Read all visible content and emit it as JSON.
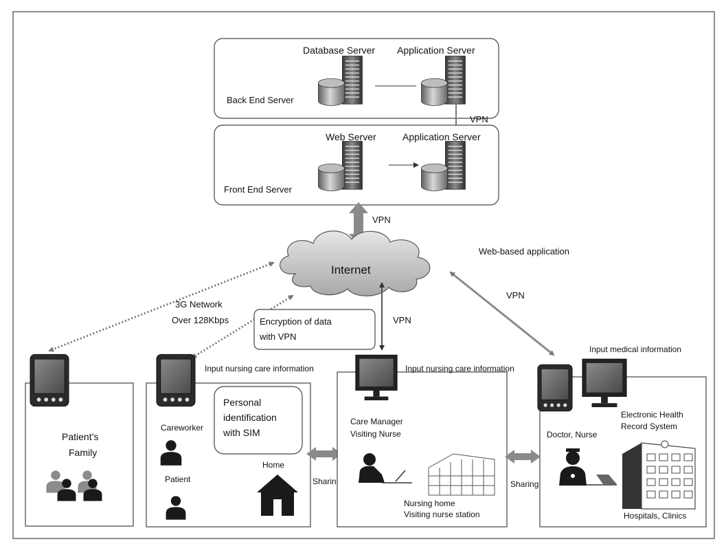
{
  "back_end": {
    "label": "Back End Server",
    "db_server": "Database Server",
    "app_server": "Application  Server"
  },
  "front_end": {
    "label": "Front End Server",
    "web_server": "Web Server",
    "app_server": "Application  Server"
  },
  "cloud_label": "Internet",
  "vpn": "VPN",
  "web_app_label": "Web-based application",
  "network": {
    "line1": "3G Network",
    "line2": "Over 128Kbps"
  },
  "encryption": {
    "line1": "Encryption  of data",
    "line2": "with VPN"
  },
  "input_nursing": "Input nursing  care information",
  "input_medical": "Input medical information",
  "family": {
    "line1": "Patient’s",
    "line2": "Family"
  },
  "home_box": {
    "sim_line1": "Personal",
    "sim_line2": "identification",
    "sim_line3": "with SIM",
    "careworker": "Careworker",
    "patient": "Patient",
    "home": "Home"
  },
  "care_box": {
    "manager": "Care Manager",
    "nurse": "Visiting Nurse",
    "nh_line1": "Nursing home",
    "nh_line2": "Visiting nurse station"
  },
  "hospital_box": {
    "doctor": "Doctor, Nurse",
    "ehr_line1": "Electronic Health",
    "ehr_line2": "Record System",
    "hospitals": "Hospitals, Clinics"
  },
  "sharing": "Sharing"
}
